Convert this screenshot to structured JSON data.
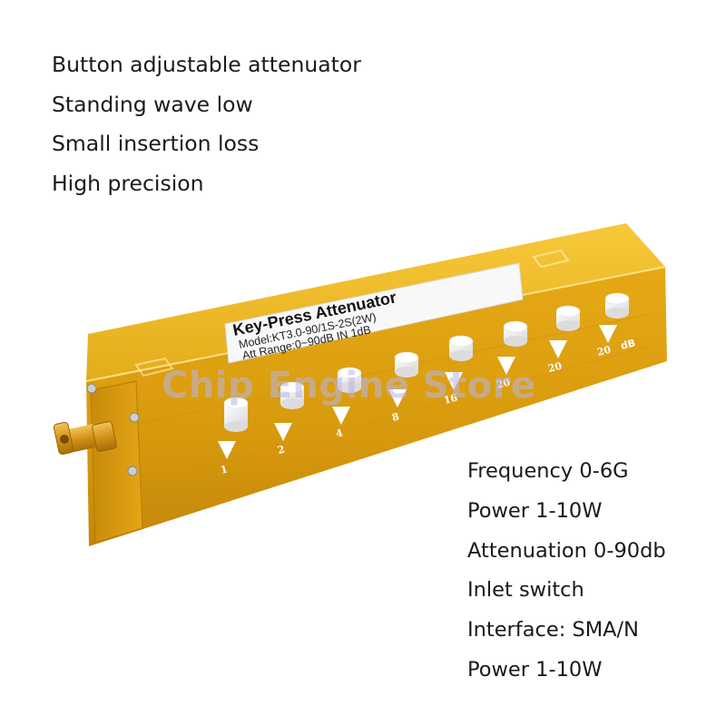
{
  "features": [
    "Button adjustable attenuator",
    "Standing wave low",
    "Small insertion loss",
    "High precision"
  ],
  "specs": [
    "Frequency 0-6G",
    "Power 1-10W",
    "Attenuation 0-90db",
    "Inlet switch",
    "Interface: SMA/N",
    "Power 1-10W"
  ],
  "product": {
    "label_title": "Key-Press Attenuator",
    "label_model": "Model:KT3.0-90/1S-2S(2W)",
    "label_range": "Att Range:0~90dB IN 1dB",
    "step_values": [
      "1",
      "2",
      "4",
      "8",
      "16",
      "20",
      "20",
      "20"
    ],
    "unit_label": "dB",
    "body_color": "#e0a412"
  },
  "watermark": "Chip Engine Store"
}
